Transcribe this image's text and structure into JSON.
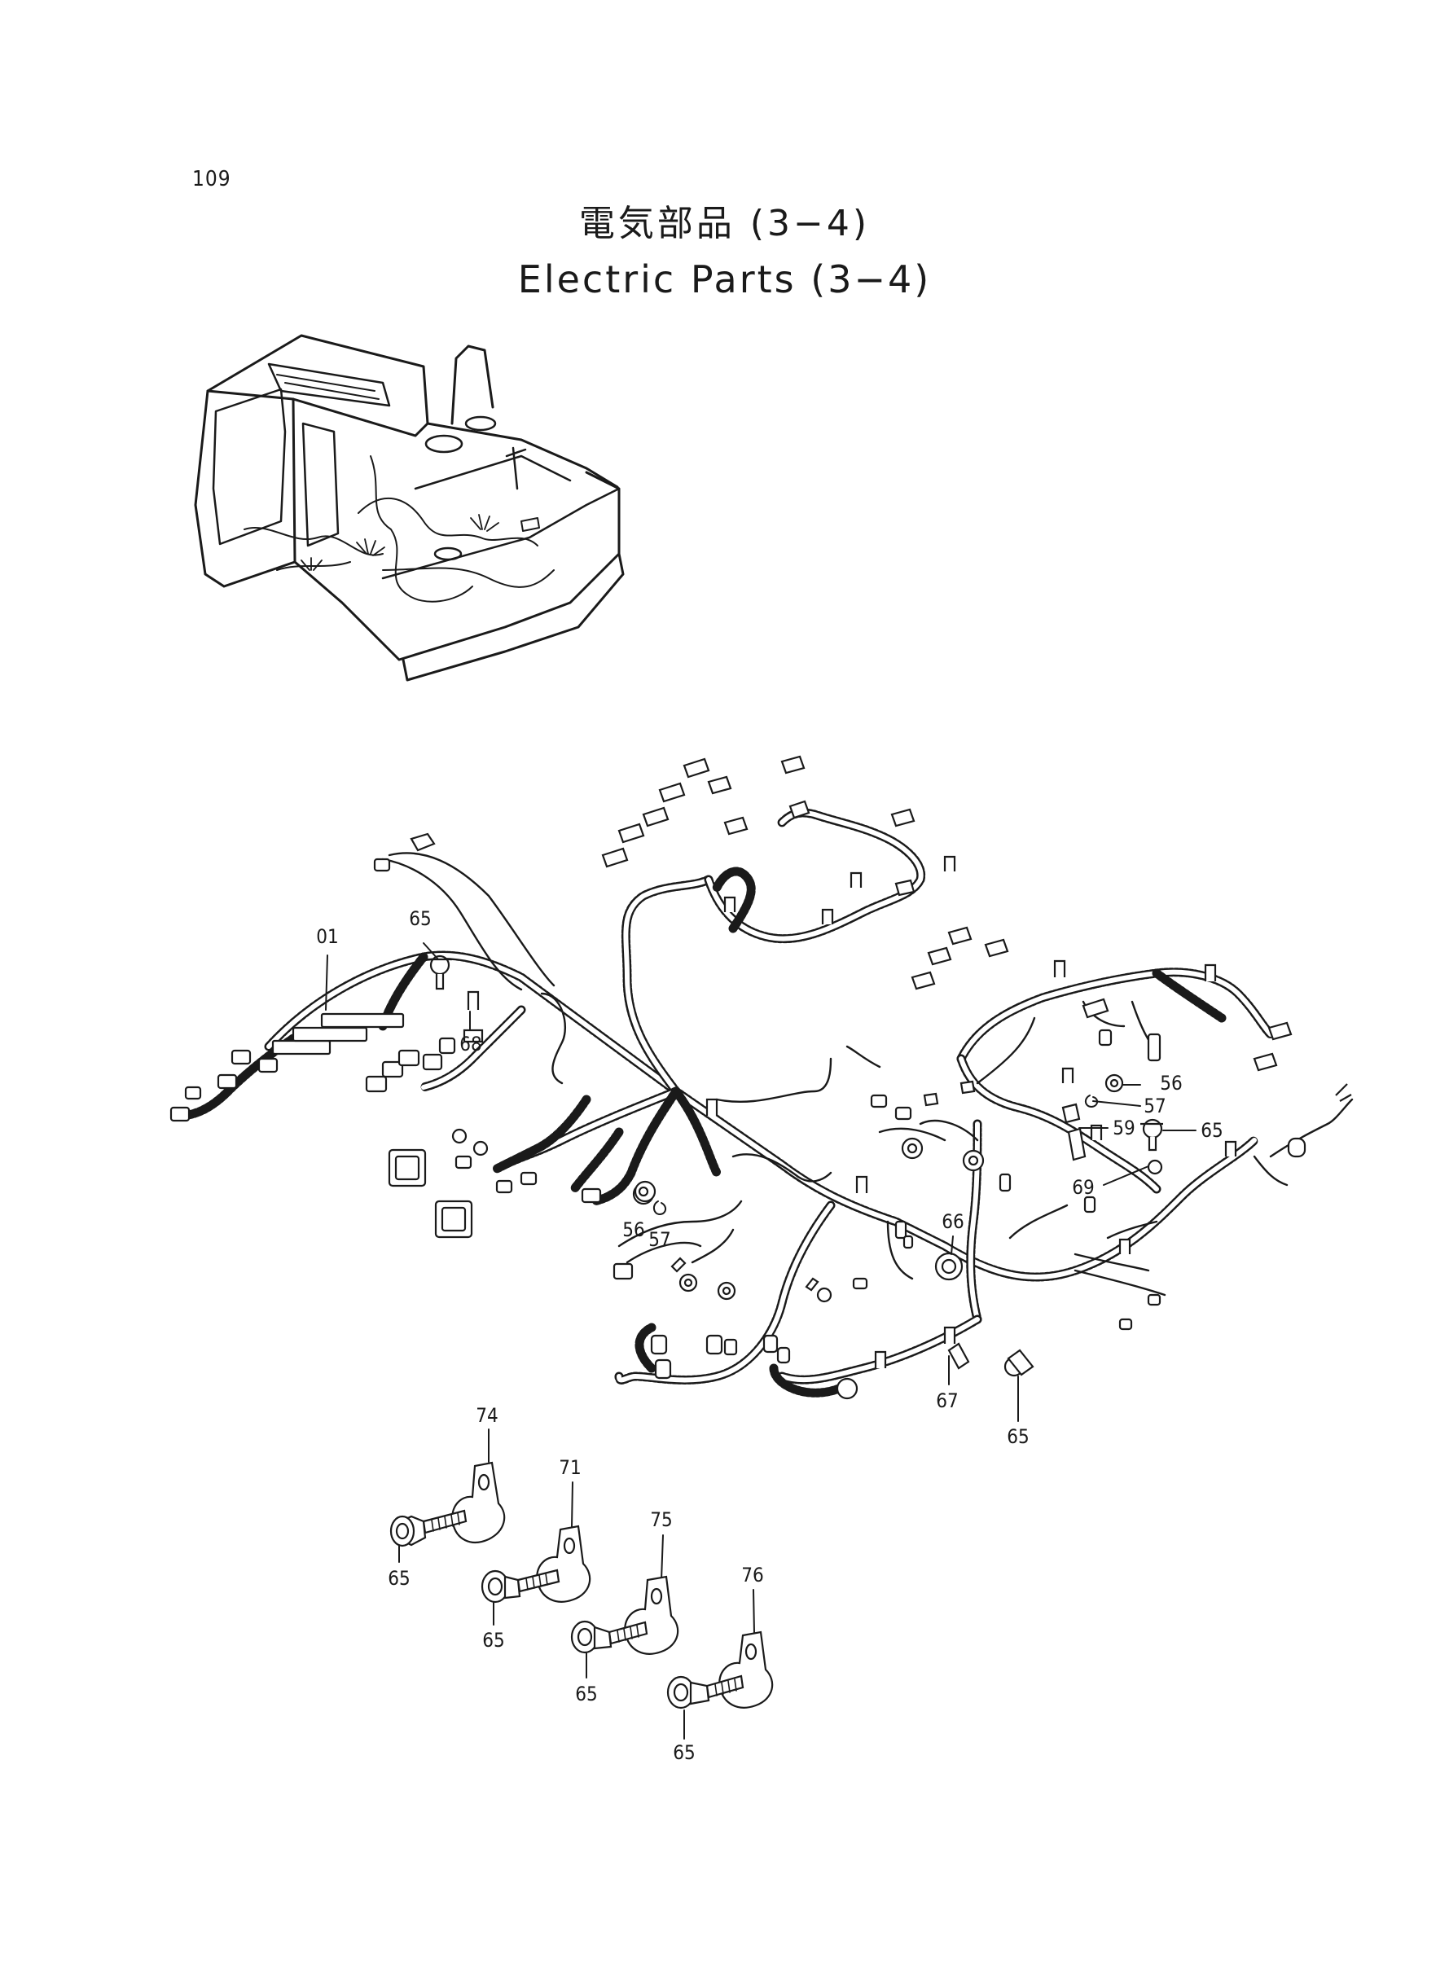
{
  "page_number": "109",
  "title": {
    "japanese": "電気部品 (3−4)",
    "english": "Electric Parts (3−4)"
  },
  "callouts": [
    {
      "id": "c01",
      "label": "01"
    },
    {
      "id": "c65a",
      "label": "65"
    },
    {
      "id": "c68",
      "label": "68"
    },
    {
      "id": "c56a",
      "label": "56"
    },
    {
      "id": "c57a",
      "label": "57"
    },
    {
      "id": "c56b",
      "label": "56"
    },
    {
      "id": "c57b",
      "label": "57"
    },
    {
      "id": "c59",
      "label": "59"
    },
    {
      "id": "c65b",
      "label": "65"
    },
    {
      "id": "c69",
      "label": "69"
    },
    {
      "id": "c66",
      "label": "66"
    },
    {
      "id": "c67",
      "label": "67"
    },
    {
      "id": "c65c",
      "label": "65"
    },
    {
      "id": "c74",
      "label": "74"
    },
    {
      "id": "c71",
      "label": "71"
    },
    {
      "id": "c75",
      "label": "75"
    },
    {
      "id": "c76",
      "label": "76"
    },
    {
      "id": "c65d",
      "label": "65"
    },
    {
      "id": "c65e",
      "label": "65"
    },
    {
      "id": "c65f",
      "label": "65"
    },
    {
      "id": "c65g",
      "label": "65"
    }
  ]
}
